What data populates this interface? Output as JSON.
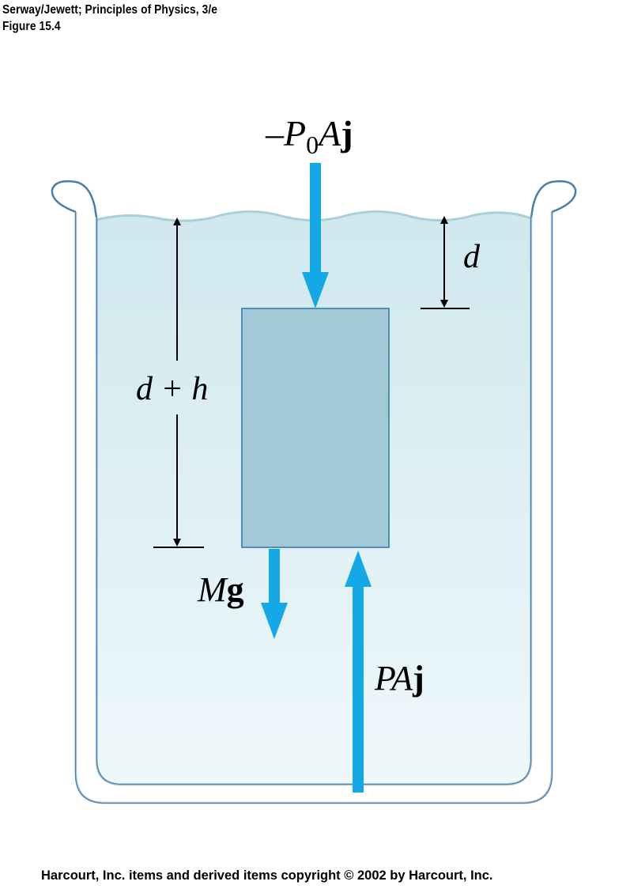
{
  "header": {
    "line1": "Serway/Jewett; Principles of Physics, 3/e",
    "line2": "Figure 15.4"
  },
  "labels": {
    "top_force": {
      "prefix": "–",
      "var": "P",
      "sub": "0",
      "area": "A",
      "unit": "j"
    },
    "depth_top": {
      "var": "d"
    },
    "depth_bottom": {
      "text": "d + h"
    },
    "weight": {
      "mass": "M",
      "vec": "g"
    },
    "bottom_force": {
      "vars": "PA",
      "unit": "j"
    }
  },
  "footer": {
    "text": "Harcourt, Inc. items and derived items copyright © 2002 by Harcourt, Inc."
  },
  "colors": {
    "arrow": "#14a8e6",
    "water_top": "#cfe8ee",
    "water_bottom": "#eef8fb",
    "block": "#a3c9d6",
    "block_edge": "#4c8fbf",
    "beaker": "#4a7ea6"
  }
}
